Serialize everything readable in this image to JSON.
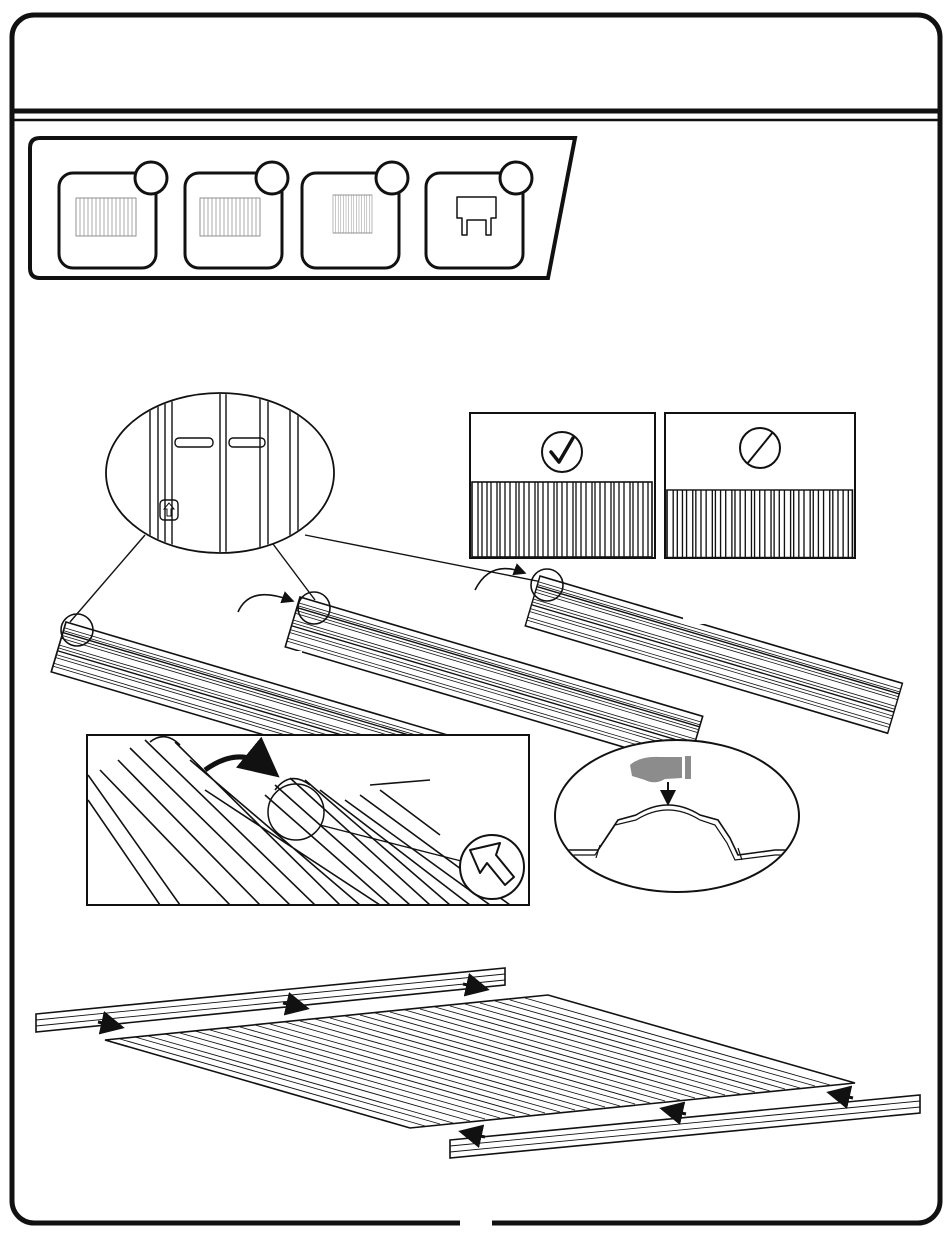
{
  "page": {
    "title": "",
    "step_number": ""
  },
  "parts": [
    {
      "id": "panel-a",
      "name": "panel-icon",
      "badge": ""
    },
    {
      "id": "panel-b",
      "name": "panel-icon",
      "badge": ""
    },
    {
      "id": "panel-c",
      "name": "panel-icon",
      "badge": ""
    },
    {
      "id": "connector",
      "name": "connector-icon",
      "badge": ""
    }
  ],
  "comparison": {
    "correct_symbol": "check-icon",
    "incorrect_symbol": "no-symbol-icon"
  },
  "panel_labels": [
    "",
    "",
    ""
  ],
  "icons": {
    "direction_arrow": "arrow-up-icon",
    "hand": "hand-press-icon",
    "placement_arrows": "arrow-icon"
  },
  "colors": {
    "line": "#111111",
    "background": "#ffffff",
    "hand": "#8c8c8c"
  }
}
